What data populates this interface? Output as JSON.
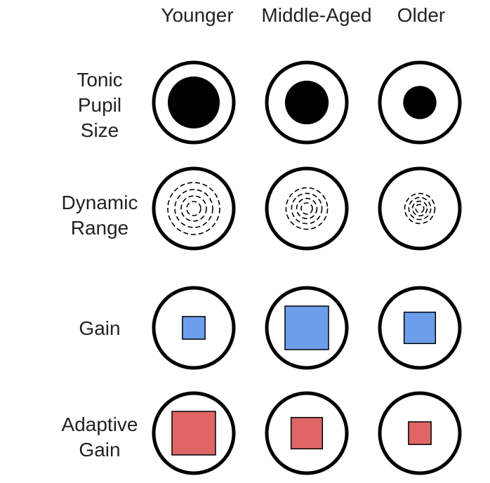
{
  "columns": [
    "Younger",
    "Middle-Aged",
    "Older"
  ],
  "rows": [
    {
      "label": [
        "Tonic",
        "Pupil",
        "Size"
      ],
      "kind": "pupil",
      "levels": [
        1.0,
        0.84,
        0.64
      ]
    },
    {
      "label": [
        "Dynamic",
        "Range"
      ],
      "kind": "range",
      "levels": [
        1.0,
        0.8,
        0.58
      ]
    },
    {
      "label": [
        "Gain"
      ],
      "kind": "gain",
      "levels": [
        0.52,
        1.0,
        0.72
      ]
    },
    {
      "label": [
        "Adaptive",
        "Gain"
      ],
      "kind": "adaptive",
      "levels": [
        1.0,
        0.72,
        0.52
      ]
    }
  ],
  "colors": {
    "outline": "#000000",
    "pupil": "#000000",
    "gain_fill": "#6d9eeb",
    "adaptive_fill": "#e06666",
    "text": "#222222"
  }
}
